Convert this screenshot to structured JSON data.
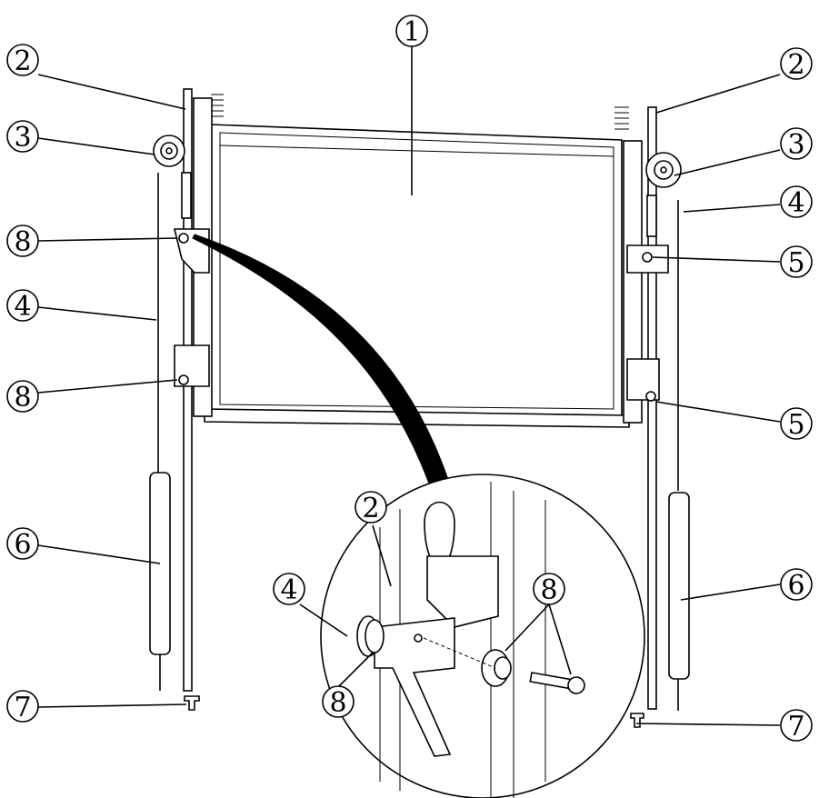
{
  "callouts": [
    {
      "id": "c1",
      "text": "1"
    },
    {
      "id": "c2l",
      "text": "2"
    },
    {
      "id": "c2r",
      "text": "2"
    },
    {
      "id": "c3l",
      "text": "3"
    },
    {
      "id": "c3r",
      "text": "3"
    },
    {
      "id": "c8a",
      "text": "8"
    },
    {
      "id": "c4l",
      "text": "4"
    },
    {
      "id": "c4r",
      "text": "4"
    },
    {
      "id": "c5a",
      "text": "5"
    },
    {
      "id": "c8b",
      "text": "8"
    },
    {
      "id": "c5b",
      "text": "5"
    },
    {
      "id": "c6l",
      "text": "6"
    },
    {
      "id": "c6r",
      "text": "6"
    },
    {
      "id": "c7l",
      "text": "7"
    },
    {
      "id": "c7r",
      "text": "7"
    },
    {
      "id": "c2d",
      "text": "2"
    },
    {
      "id": "c4d",
      "text": "4"
    },
    {
      "id": "c8d1",
      "text": "8"
    },
    {
      "id": "c8d2",
      "text": "8"
    }
  ]
}
